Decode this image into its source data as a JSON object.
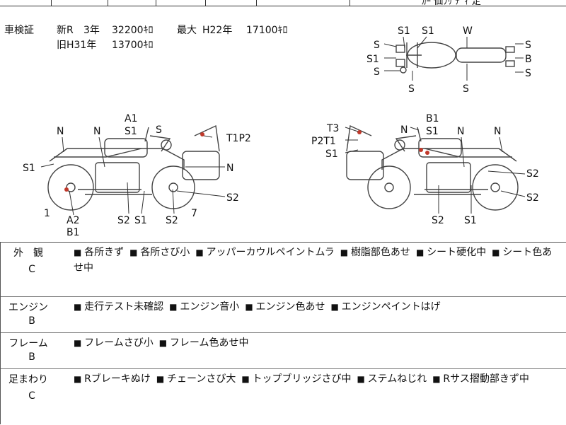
{
  "tax": {
    "label": "車検証",
    "new_label": "新R",
    "new_years": "3年",
    "new_amount": "32200ｷﾛ",
    "max_label": "最大",
    "max_year": "H22年",
    "max_amount": "17100ｷﾛ",
    "old_label": "旧H31年",
    "old_amount": "13700ｷﾛ"
  },
  "top_fragment": "ｶｰ 価ﾌﾘ ﾃﾞｨ 定",
  "diagram_labels": {
    "top_s1a": "S1",
    "top_s1b": "S1",
    "top_w": "W",
    "top_s_l1": "S",
    "top_s1_l": "S1",
    "top_s_l2": "S",
    "top_s_b1": "S",
    "top_s_b2": "S",
    "top_s_r1": "S",
    "top_b": "B",
    "top_s_r2": "S",
    "left_a1": "A1",
    "left_s1top": "S1",
    "left_s": "S",
    "left_n1": "N",
    "left_n2": "N",
    "left_t1p2": "T1P2",
    "left_s1side": "S1",
    "left_n3": "N",
    "left_s2r": "S2",
    "left_1": "1",
    "left_7": "7",
    "left_a2": "A2",
    "left_b1": "B1",
    "left_s2a": "S2",
    "left_s1bot": "S1",
    "left_s2b": "S2",
    "right_t3": "T3",
    "right_p2t1": "P2T1",
    "right_s1l": "S1",
    "right_n": "N",
    "right_b1": "B1",
    "right_s1": "S1",
    "right_n2": "N",
    "right_n3": "N",
    "right_s2a": "S2",
    "right_s2b": "S2",
    "right_s2bot": "S2",
    "right_s1bot": "S1"
  },
  "condition": [
    {
      "label": "外　観",
      "grade": "C",
      "items": [
        "各所きず",
        "各所さび小",
        "アッパーカウルペイントムラ",
        "樹脂部色あせ",
        "シート硬化中",
        "シート色あせ中"
      ]
    },
    {
      "label": "エンジン",
      "grade": "B",
      "items": [
        "走行テスト未確認",
        "エンジン音小",
        "エンジン色あせ",
        "エンジンペイントはげ"
      ]
    },
    {
      "label": "フレーム",
      "grade": "B",
      "items": [
        "フレームさび小",
        "フレーム色あせ中"
      ]
    },
    {
      "label": "足まわり",
      "grade": "C",
      "items": [
        "Rブレーキぬけ",
        "チェーンさび大",
        "トップブリッジさび中",
        "ステムねじれ",
        "Rサス摺動部きず中"
      ]
    }
  ]
}
